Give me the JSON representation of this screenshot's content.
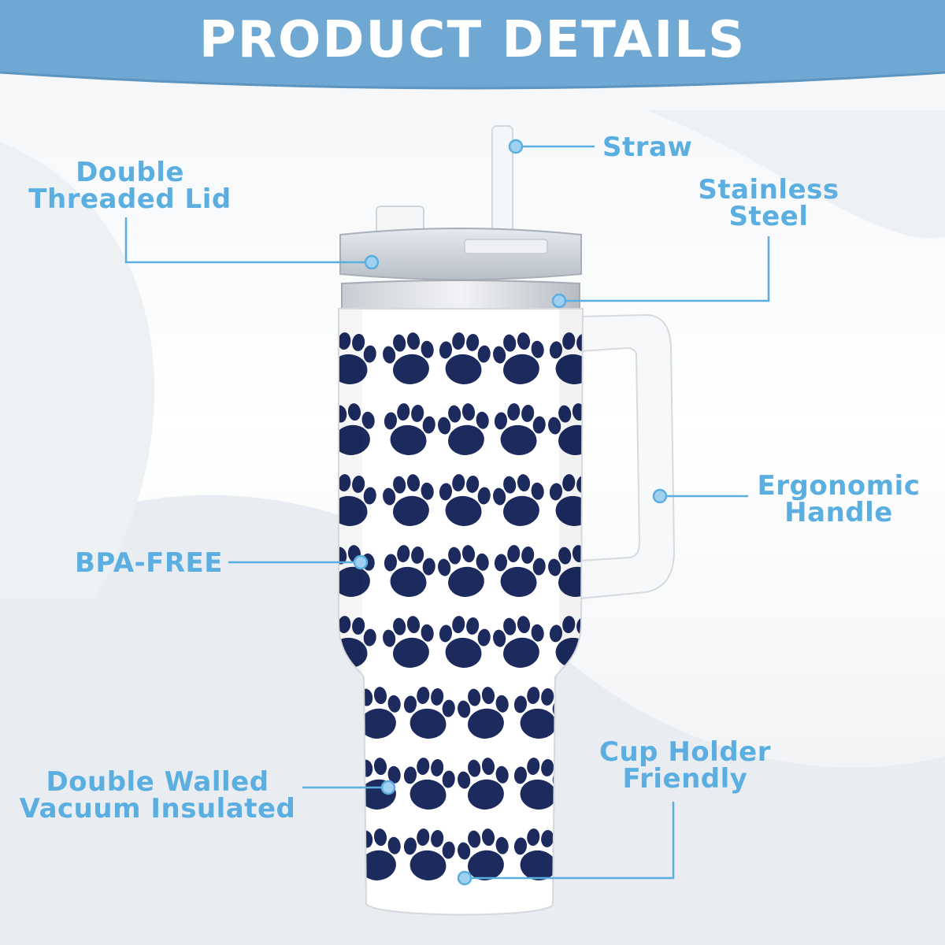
{
  "header": {
    "title": "PRODUCT DETAILS"
  },
  "colors": {
    "banner": "#6fa9d3",
    "callout": "#5aaee0",
    "paw": "#1c2a5e",
    "cup_body": "#ffffff"
  },
  "callouts": {
    "straw": {
      "line1": "Straw"
    },
    "lid": {
      "line1": "Double",
      "line2": "Threaded Lid"
    },
    "steel": {
      "line1": "Stainless",
      "line2": "Steel"
    },
    "handle": {
      "line1": "Ergonomic",
      "line2": "Handle"
    },
    "bpa": {
      "line1": "BPA-FREE"
    },
    "vacuum": {
      "line1": "Double Walled",
      "line2": "Vacuum Insulated"
    },
    "holder": {
      "line1": "Cup Holder",
      "line2": "Friendly"
    }
  }
}
